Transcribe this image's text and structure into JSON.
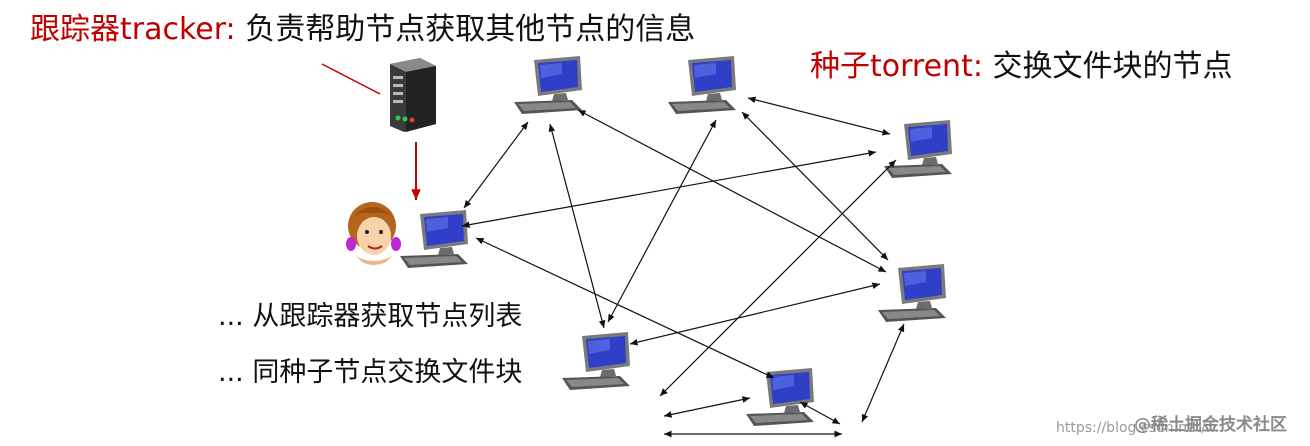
{
  "tracker": {
    "label_red": "跟踪器tracker:",
    "label_rest": " 负责帮助节点获取其他节点的信息"
  },
  "torrent": {
    "label_red": "种子torrent:",
    "label_rest": " 交换文件块的节点"
  },
  "steps": [
    "... 从跟踪器获取节点列表",
    "... 同种子节点交换文件块"
  ],
  "watermark": {
    "url": "https://blog.csdn.net/...",
    "brand": "@稀土掘金技术社区"
  },
  "colors": {
    "accent_red": "#c00000",
    "arrow": "#111111",
    "screen": "#2f3fc8"
  }
}
